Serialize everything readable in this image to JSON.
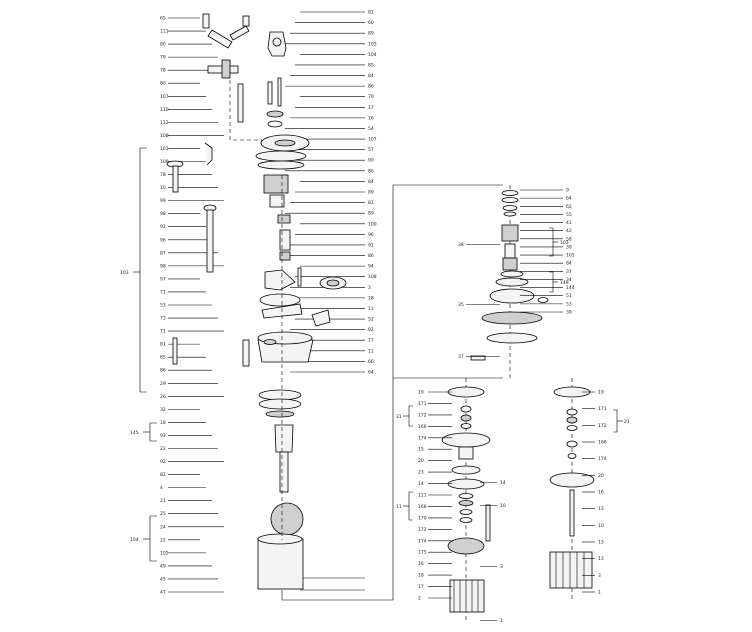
{
  "diagram": {
    "left_assembly": {
      "left_column_labels": [
        "65",
        "111",
        "80",
        "79",
        "78",
        "80",
        "107",
        "110",
        "112",
        "108",
        "101",
        "109",
        "78",
        "10",
        "99",
        "98",
        "91",
        "96",
        "87",
        "98",
        "97",
        "71",
        "53",
        "73",
        "71",
        "81",
        "85",
        "86",
        "29",
        "26",
        "32",
        "18",
        "93",
        "22",
        "92",
        "82",
        "4",
        "21",
        "25",
        "24",
        "22",
        "102",
        "49",
        "45",
        "47"
      ],
      "right_column_labels": [
        "81",
        "60",
        "89",
        "103",
        "104",
        "85",
        "84",
        "86",
        "70",
        "17",
        "16",
        "54",
        "107",
        "57",
        "90",
        "86",
        "84",
        "89",
        "81",
        "89",
        "100",
        "96",
        "91",
        "86",
        "94",
        "108",
        "3",
        "28",
        "11",
        "52",
        "92",
        "17",
        "11",
        "66",
        "64"
      ],
      "bracket_labels": {
        "upper": "103",
        "mid": "145",
        "motor": "104"
      }
    },
    "right_assembly": {
      "upper_right_labels": [
        "9",
        "64",
        "62",
        "55",
        "41",
        "42",
        "58",
        "39",
        "105",
        "84",
        "37",
        "34",
        "144",
        "51",
        "53",
        "39"
      ],
      "upper_left_labels": [
        "38",
        "35",
        "37"
      ],
      "upper_brackets": {
        "a": "103",
        "b": "149"
      },
      "left_stack_labels": [
        "19",
        "171",
        "172",
        "166",
        "174",
        "15",
        "20",
        "23",
        "14",
        "111",
        "168",
        "170",
        "172",
        "174",
        "175",
        "16",
        "18",
        "17",
        "2"
      ],
      "left_stack_side_labels": [
        "14",
        "10",
        "3",
        "1"
      ],
      "left_stack_bracket": "21",
      "left_stack_lower_bracket": "11",
      "right_stack_labels": [
        "19",
        "171",
        "172",
        "166",
        "174",
        "20",
        "16",
        "13",
        "10",
        "13",
        "13",
        "3",
        "1"
      ],
      "right_stack_bracket": "21"
    }
  }
}
